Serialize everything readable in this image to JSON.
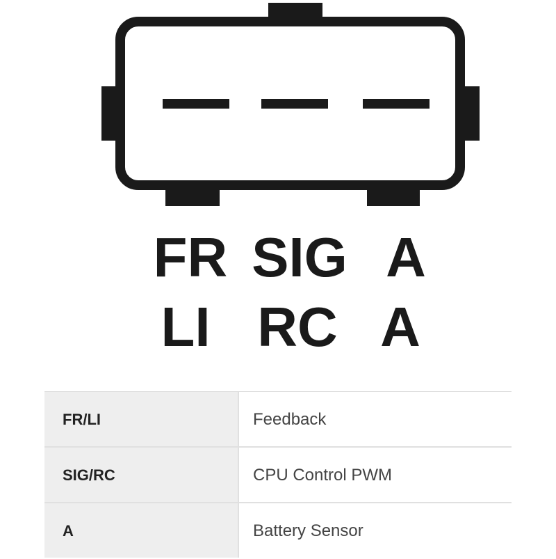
{
  "pin_labels_top": [
    "FR",
    "SIG",
    "A"
  ],
  "pin_labels_bottom": [
    "LI",
    "RC",
    "A"
  ],
  "table": {
    "rows": [
      {
        "pin": "FR/LI",
        "function": "Feedback"
      },
      {
        "pin": "SIG/RC",
        "function": "CPU Control PWM"
      },
      {
        "pin": "A",
        "function": "Battery Sensor"
      }
    ]
  },
  "colors": {
    "ink": "#1a1a1a",
    "table_header_bg": "#eeeeee",
    "table_border": "#e0e0e0"
  }
}
